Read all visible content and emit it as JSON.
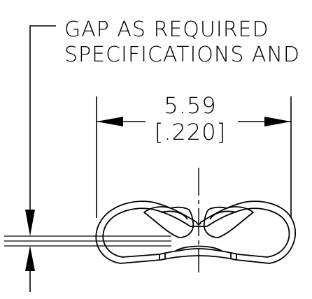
{
  "note": {
    "line1": "GAP AS REQUIRED",
    "line2": "SPECIFICATIONS AND"
  },
  "dimension": {
    "metric": "5.59",
    "imperial": "[.220]"
  },
  "colors": {
    "line": "#000000",
    "background": "#ffffff"
  }
}
